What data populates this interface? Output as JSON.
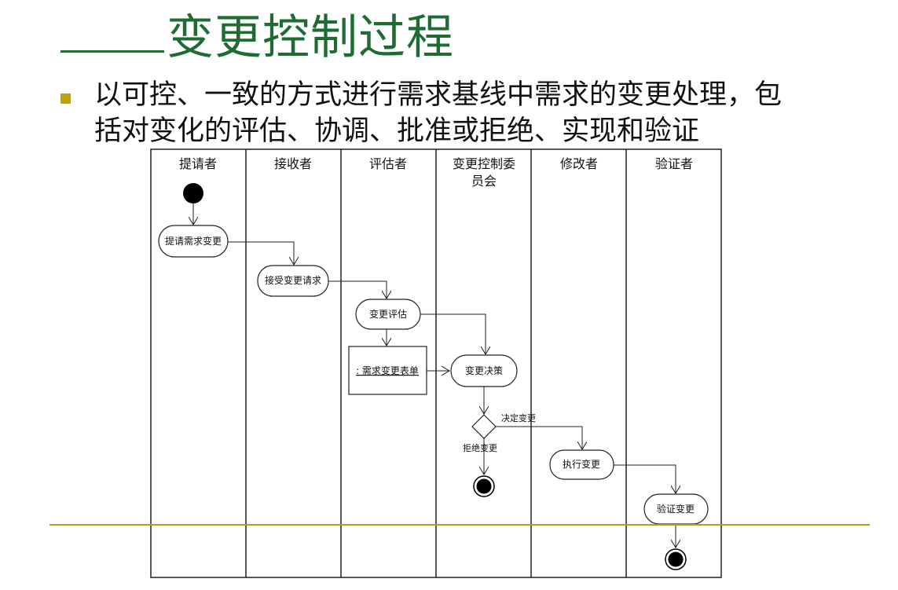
{
  "title": "——变更控制过程",
  "title_text": "变更控制过程",
  "bullet": {
    "line1": "以可控、一致的方式进行需求基线中需求的变更处理，包",
    "line2": "括对变化的评估、协调、批准或拒绝、实现和验证"
  },
  "diagram": {
    "lanes": [
      {
        "label": "提请者"
      },
      {
        "label": "接收者"
      },
      {
        "label": "评估者"
      },
      {
        "label_line1": "变更控制委",
        "label_line2": "员会"
      },
      {
        "label": "修改者"
      },
      {
        "label": "验证者"
      }
    ],
    "activities": {
      "request": "提请需求变更",
      "receive": "接受变更请求",
      "evaluate": "变更评估",
      "decide": "变更决策",
      "execute": "执行变更",
      "verify": "验证变更"
    },
    "object_node": ": 需求变更表单",
    "guards": {
      "approve": "决定变更",
      "reject": "拒绝变更"
    }
  },
  "colors": {
    "title": "#1e6b34",
    "bullet": "#c2a100",
    "rule": "#b99a1a"
  }
}
